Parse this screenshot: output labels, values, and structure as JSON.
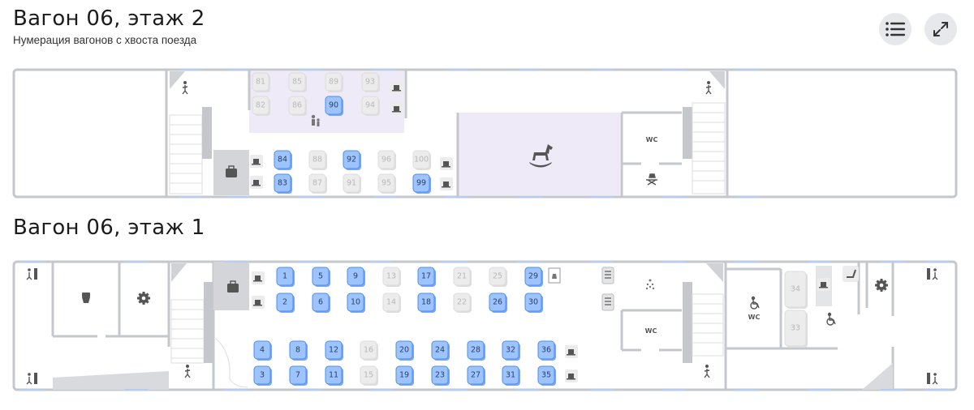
{
  "floor2": {
    "title": "Вагон 06, этаж 2",
    "subtitle": "Нумерация вагонов с хвоста поезда"
  },
  "floor1": {
    "title": "Вагон 06, этаж 1"
  },
  "buttons": {
    "list": "list-icon",
    "expand": "expand-icon"
  },
  "labels": {
    "wc": "WC"
  },
  "seats_floor2": [
    {
      "n": "81",
      "s": "off"
    },
    {
      "n": "82",
      "s": "off"
    },
    {
      "n": "85",
      "s": "off"
    },
    {
      "n": "86",
      "s": "off"
    },
    {
      "n": "89",
      "s": "off"
    },
    {
      "n": "90",
      "s": "free"
    },
    {
      "n": "93",
      "s": "off"
    },
    {
      "n": "94",
      "s": "off"
    },
    {
      "n": "84",
      "s": "free"
    },
    {
      "n": "83",
      "s": "free"
    },
    {
      "n": "88",
      "s": "off"
    },
    {
      "n": "87",
      "s": "off"
    },
    {
      "n": "92",
      "s": "free"
    },
    {
      "n": "91",
      "s": "off"
    },
    {
      "n": "96",
      "s": "off"
    },
    {
      "n": "95",
      "s": "off"
    },
    {
      "n": "100",
      "s": "off"
    },
    {
      "n": "99",
      "s": "free"
    }
  ],
  "seats_floor1": [
    {
      "n": "1",
      "s": "free"
    },
    {
      "n": "2",
      "s": "free"
    },
    {
      "n": "5",
      "s": "free"
    },
    {
      "n": "6",
      "s": "free"
    },
    {
      "n": "9",
      "s": "free"
    },
    {
      "n": "10",
      "s": "free"
    },
    {
      "n": "13",
      "s": "off"
    },
    {
      "n": "14",
      "s": "off"
    },
    {
      "n": "17",
      "s": "free"
    },
    {
      "n": "18",
      "s": "free"
    },
    {
      "n": "21",
      "s": "off"
    },
    {
      "n": "22",
      "s": "off"
    },
    {
      "n": "25",
      "s": "off"
    },
    {
      "n": "26",
      "s": "free"
    },
    {
      "n": "29",
      "s": "free"
    },
    {
      "n": "30",
      "s": "free"
    },
    {
      "n": "4",
      "s": "free"
    },
    {
      "n": "3",
      "s": "free"
    },
    {
      "n": "8",
      "s": "free"
    },
    {
      "n": "7",
      "s": "free"
    },
    {
      "n": "12",
      "s": "free"
    },
    {
      "n": "11",
      "s": "free"
    },
    {
      "n": "16",
      "s": "off"
    },
    {
      "n": "15",
      "s": "off"
    },
    {
      "n": "20",
      "s": "free"
    },
    {
      "n": "19",
      "s": "free"
    },
    {
      "n": "24",
      "s": "free"
    },
    {
      "n": "23",
      "s": "free"
    },
    {
      "n": "28",
      "s": "free"
    },
    {
      "n": "27",
      "s": "free"
    },
    {
      "n": "32",
      "s": "free"
    },
    {
      "n": "31",
      "s": "free"
    },
    {
      "n": "36",
      "s": "free"
    },
    {
      "n": "35",
      "s": "free"
    },
    {
      "n": "34",
      "s": "off"
    },
    {
      "n": "33",
      "s": "off"
    }
  ],
  "colors": {
    "free_fill": "#9dc4ff",
    "free_stroke": "#4d8ef0",
    "free_text": "#2b3f66",
    "off_fill": "#ececec",
    "off_stroke": "#dcdcdc",
    "off_text": "#b8b8b8",
    "wall": "#c4c7cc",
    "zone": "#efeaf8"
  }
}
